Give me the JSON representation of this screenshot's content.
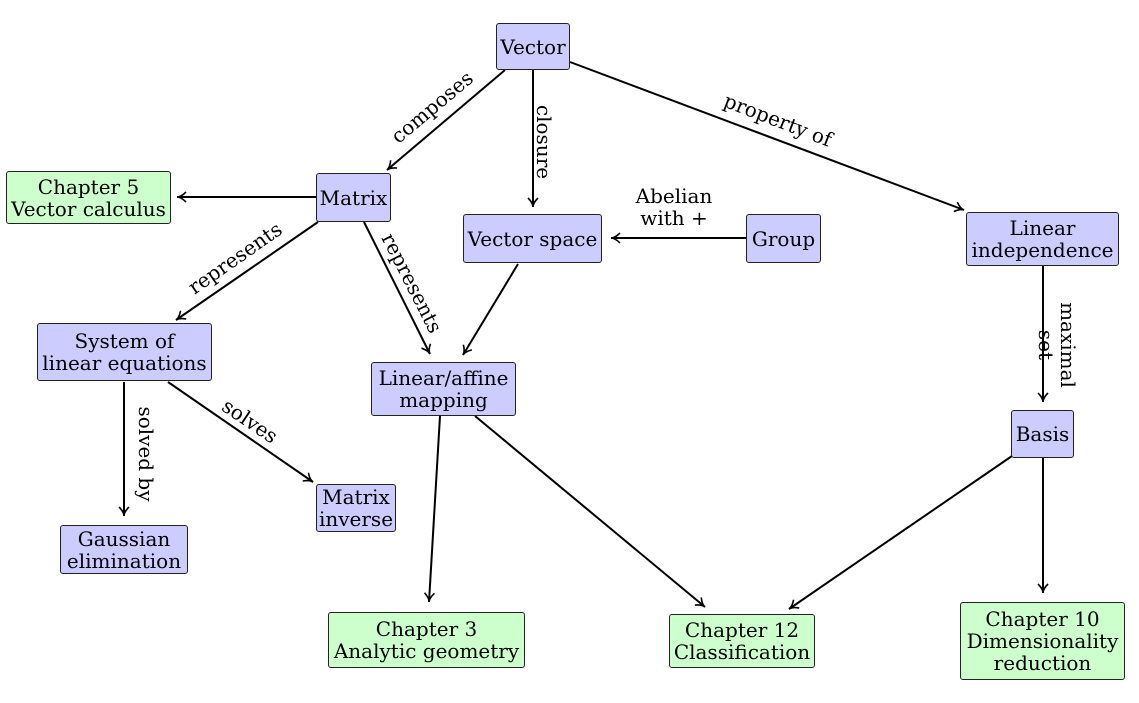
{
  "nodes": {
    "vector": "Vector",
    "matrix": "Matrix",
    "vector_space": "Vector space",
    "group": "Group",
    "linear_independence": "Linear\nindependence",
    "system": "System of\nlinear equations",
    "mapping": "Linear/affine\nmapping",
    "basis": "Basis",
    "gaussian": "Gaussian\nelimination",
    "matrix_inverse": "Matrix\ninverse",
    "chapter5": "Chapter 5\nVector calculus",
    "chapter3": "Chapter 3\nAnalytic geometry",
    "chapter12": "Chapter 12\nClassification",
    "chapter10": "Chapter 10\nDimensionality\nreduction"
  },
  "edges": {
    "composes": "composes",
    "closure": "closure",
    "property_of": "property of",
    "abelian": "Abelian\nwith +",
    "represents_system": "represents",
    "represents_mapping": "represents",
    "maximal_set": "maximal set",
    "solved_by": "solved by",
    "solves": "solves"
  },
  "colors": {
    "concept": "#ccccff",
    "chapter": "#ccffcc",
    "stroke": "#222222"
  }
}
